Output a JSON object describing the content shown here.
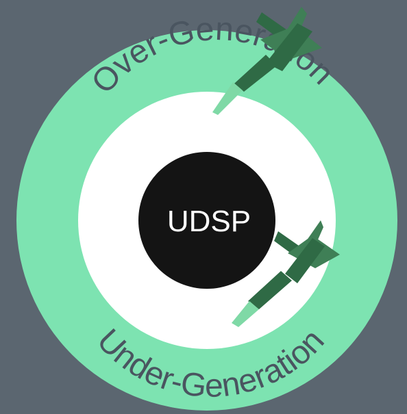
{
  "diagram": {
    "center_label": "UDSP",
    "outer_top_label": "Over-Generation",
    "outer_bottom_label": "Under-Generation"
  },
  "colors": {
    "background": "#5b6670",
    "outer_ring": "#7de3b1",
    "inner_ring": "#ffffff",
    "bullseye": "#141414",
    "dart_dark": "#2f6a45",
    "dart_mid": "#3f7f56",
    "dart_tip": "#7fd9a6",
    "ring_text": "#4a5560"
  },
  "icons": [
    "dart-icon",
    "dart-icon"
  ]
}
